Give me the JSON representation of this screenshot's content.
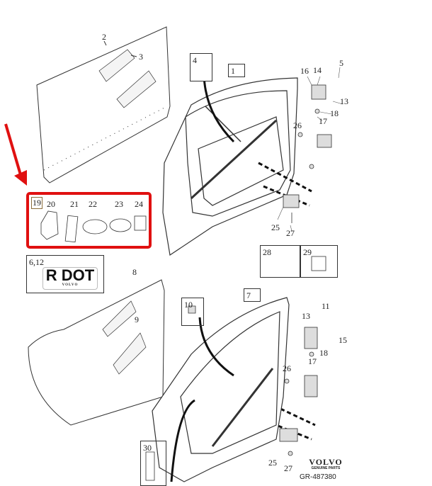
{
  "callouts": {
    "n1": "1",
    "n2": "2",
    "n3": "3",
    "n4": "4",
    "n5": "5",
    "n7": "7",
    "n8": "8",
    "n9": "9",
    "n10": "10",
    "n11": "11",
    "n13a": "13",
    "n13b": "13",
    "n14": "14",
    "n15": "15",
    "n16": "16",
    "n17a": "17",
    "n17b": "17",
    "n18a": "18",
    "n18b": "18",
    "n19": "19",
    "n20": "20",
    "n21": "21",
    "n22": "22",
    "n23": "23",
    "n24": "24",
    "n25a": "25",
    "n25b": "25",
    "n26a": "26",
    "n26b": "26",
    "n27a": "27",
    "n27b": "27",
    "n28": "28",
    "n29": "29",
    "n30": "30",
    "n612": "6,12"
  },
  "plate": {
    "text": "R DOT",
    "brand": "VOLVO"
  },
  "footer": {
    "brand": "VOLVO",
    "subtitle": "GENUINE PARTS",
    "reference": "GR-487380"
  },
  "colors": {
    "highlight": "#e01010",
    "line": "#333333"
  }
}
